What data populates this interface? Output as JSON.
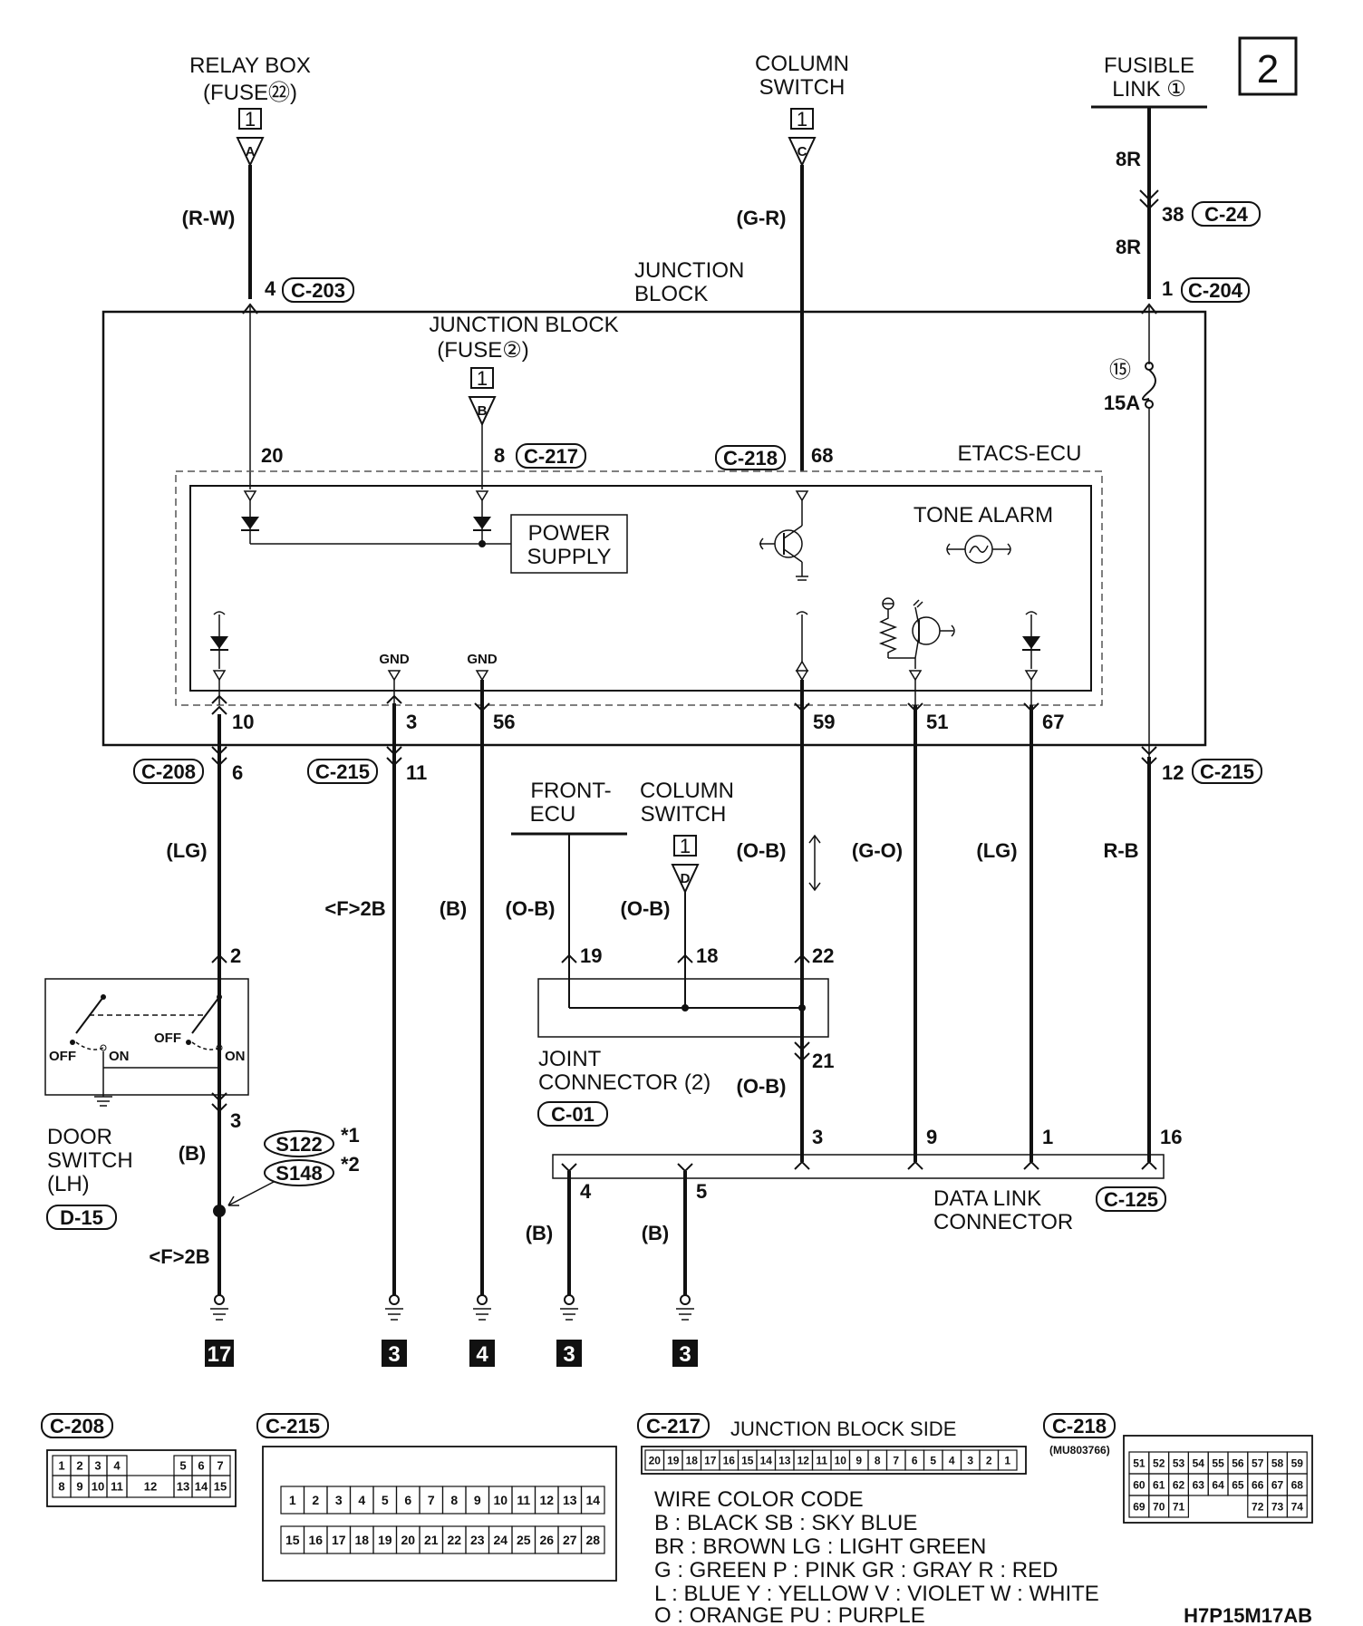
{
  "page_number": "2",
  "diagram_code": "H7P15M17AB",
  "sources": {
    "relay_box": "RELAY BOX",
    "relay_box_fuse": "(FUSE㉒)",
    "relay_box_conn": "1",
    "relay_box_letter": "A",
    "column_switch": "COLUMN",
    "column_switch_2": "SWITCH",
    "column_switch_conn": "1",
    "column_switch_letter": "C",
    "fusible_link": "FUSIBLE",
    "fusible_link_2": "LINK ①"
  },
  "wires": {
    "rw": "(R-W)",
    "gr": "(G-R)",
    "r8a": "8R",
    "r8b": "8R",
    "pin38": "38",
    "c24": "C-24",
    "lg1": "(LG)",
    "f2b_1": "<F>2B",
    "b1": "(B)",
    "ob1": "(O-B)",
    "ob2": "(O-B)",
    "ob3": "(O-B)",
    "go": "(G-O)",
    "lg2": "(LG)",
    "rb": "R-B",
    "ob4": "(O-B)",
    "b2": "(B)",
    "b3": "(B)",
    "b4": "(B)",
    "f2b_2": "<F>2B"
  },
  "junction_block": {
    "label1": "JUNCTION",
    "label2": "BLOCK",
    "inner1": "JUNCTION BLOCK",
    "inner2": "(FUSE②)",
    "inner_conn": "1",
    "inner_letter": "B",
    "fuse_num": "⑮",
    "fuse_amp": "15A"
  },
  "connectors": {
    "c203": "C-203",
    "c204": "C-204",
    "c217": "C-217",
    "c218": "C-218",
    "c208": "C-208",
    "c215a": "C-215",
    "c215b": "C-215",
    "c01": "C-01",
    "c125": "C-125",
    "d15": "D-15"
  },
  "pins": {
    "p4": "4",
    "p1": "1",
    "p20": "20",
    "p8": "8",
    "p68": "68",
    "p10": "10",
    "p3": "3",
    "p56": "56",
    "p59": "59",
    "p51": "51",
    "p67": "67",
    "p6": "6",
    "p11": "11",
    "p12": "12",
    "p2": "2",
    "p3b": "3",
    "p19": "19",
    "p18": "18",
    "p22": "22",
    "p21": "21",
    "p3c": "3",
    "p9": "9",
    "p1b": "1",
    "p16": "16",
    "p4b": "4",
    "p5": "5"
  },
  "ecu": {
    "title": "ETACS-ECU",
    "power1": "POWER",
    "power2": "SUPPLY",
    "tone": "TONE ALARM",
    "gnd1": "GND",
    "gnd2": "GND"
  },
  "other": {
    "front_ecu1": "FRONT-",
    "front_ecu2": "ECU",
    "col_sw1": "COLUMN",
    "col_sw2": "SWITCH",
    "col_sw_conn": "1",
    "col_sw_letter": "D",
    "joint1": "JOINT",
    "joint2": "CONNECTOR (2)",
    "dlc1": "DATA LINK",
    "dlc2": "CONNECTOR",
    "door1": "DOOR",
    "door2": "SWITCH",
    "door3": "(LH)",
    "off1": "OFF",
    "on1": "ON",
    "off2": "OFF",
    "on2": "ON",
    "s122": "S122",
    "s148": "S148",
    "star1": "*1",
    "star2": "*2"
  },
  "grounds": [
    "17",
    "3",
    "4",
    "3",
    "3"
  ],
  "bottom": {
    "c208": "C-208",
    "c215": "C-215",
    "c217": "C-217",
    "c217_side": "JUNCTION BLOCK SIDE",
    "c218": "C-218",
    "c218_part": "(MU803766)",
    "c208_row1": [
      "1",
      "2",
      "3",
      "4",
      "",
      "5",
      "6",
      "7"
    ],
    "c208_row2": [
      "8",
      "9",
      "10",
      "11",
      "12",
      "13",
      "14",
      "15"
    ],
    "c215_row1": [
      "1",
      "2",
      "3",
      "4",
      "5",
      "6",
      "7",
      "8",
      "9",
      "10",
      "11",
      "12",
      "13",
      "14"
    ],
    "c215_row2": [
      "15",
      "16",
      "17",
      "18",
      "19",
      "20",
      "21",
      "22",
      "23",
      "24",
      "25",
      "26",
      "27",
      "28"
    ],
    "c217_row": [
      "20",
      "19",
      "18",
      "17",
      "16",
      "15",
      "14",
      "13",
      "12",
      "11",
      "10",
      "9",
      "8",
      "7",
      "6",
      "5",
      "4",
      "3",
      "2",
      "1"
    ],
    "c218_row1": [
      "51",
      "52",
      "53",
      "54",
      "55",
      "56",
      "57",
      "58",
      "59"
    ],
    "c218_row2": [
      "60",
      "61",
      "62",
      "63",
      "64",
      "65",
      "66",
      "67",
      "68"
    ],
    "c218_row3": [
      "69",
      "70",
      "71",
      "",
      "",
      "",
      "72",
      "73",
      "74"
    ]
  },
  "legend": {
    "title": "WIRE COLOR CODE",
    "line1": "B : BLACK      SB : SKY BLUE",
    "line2": "BR : BROWN      LG : LIGHT GREEN",
    "line3": "G : GREEN  P : PINK     GR : GRAY      R : RED",
    "line4": "L : BLUE      Y : YELLOW      V : VIOLET      W : WHITE",
    "line5": "O : ORANGE      PU : PURPLE"
  }
}
